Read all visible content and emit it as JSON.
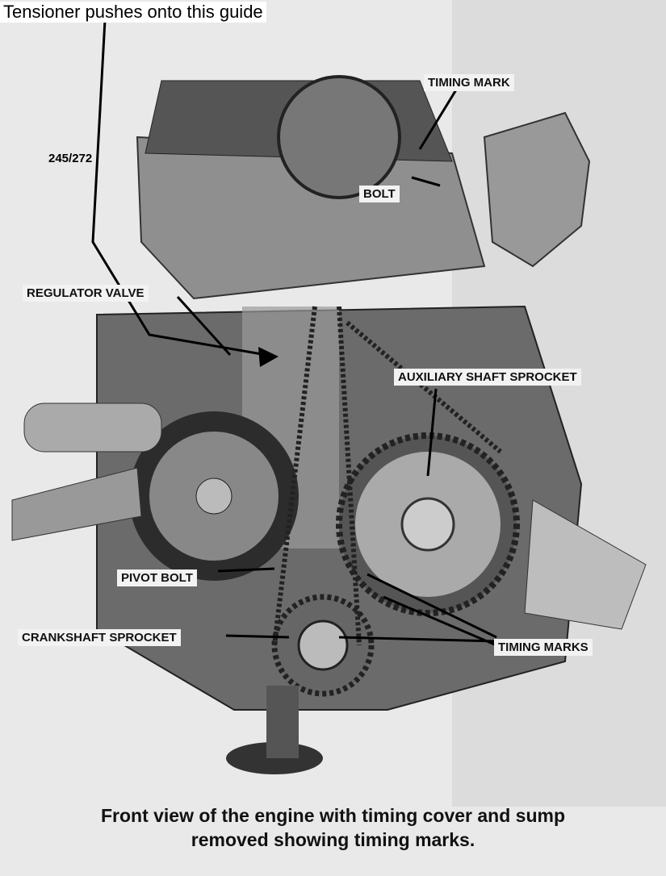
{
  "annotation": "Tensioner pushes onto this guide",
  "figure_number": "245/272",
  "labels": {
    "timing_mark": "TIMING MARK",
    "bolt": "BOLT",
    "regulator_valve": "REGULATOR VALVE",
    "auxiliary_shaft_sprocket": "AUXILIARY SHAFT SPROCKET",
    "pivot_bolt": "PIVOT BOLT",
    "crankshaft_sprocket": "CRANKSHAFT SPROCKET",
    "timing_marks": "TIMING MARKS"
  },
  "caption": {
    "line1": "Front view of the engine with timing cover and sump",
    "line2": "removed showing timing marks."
  }
}
